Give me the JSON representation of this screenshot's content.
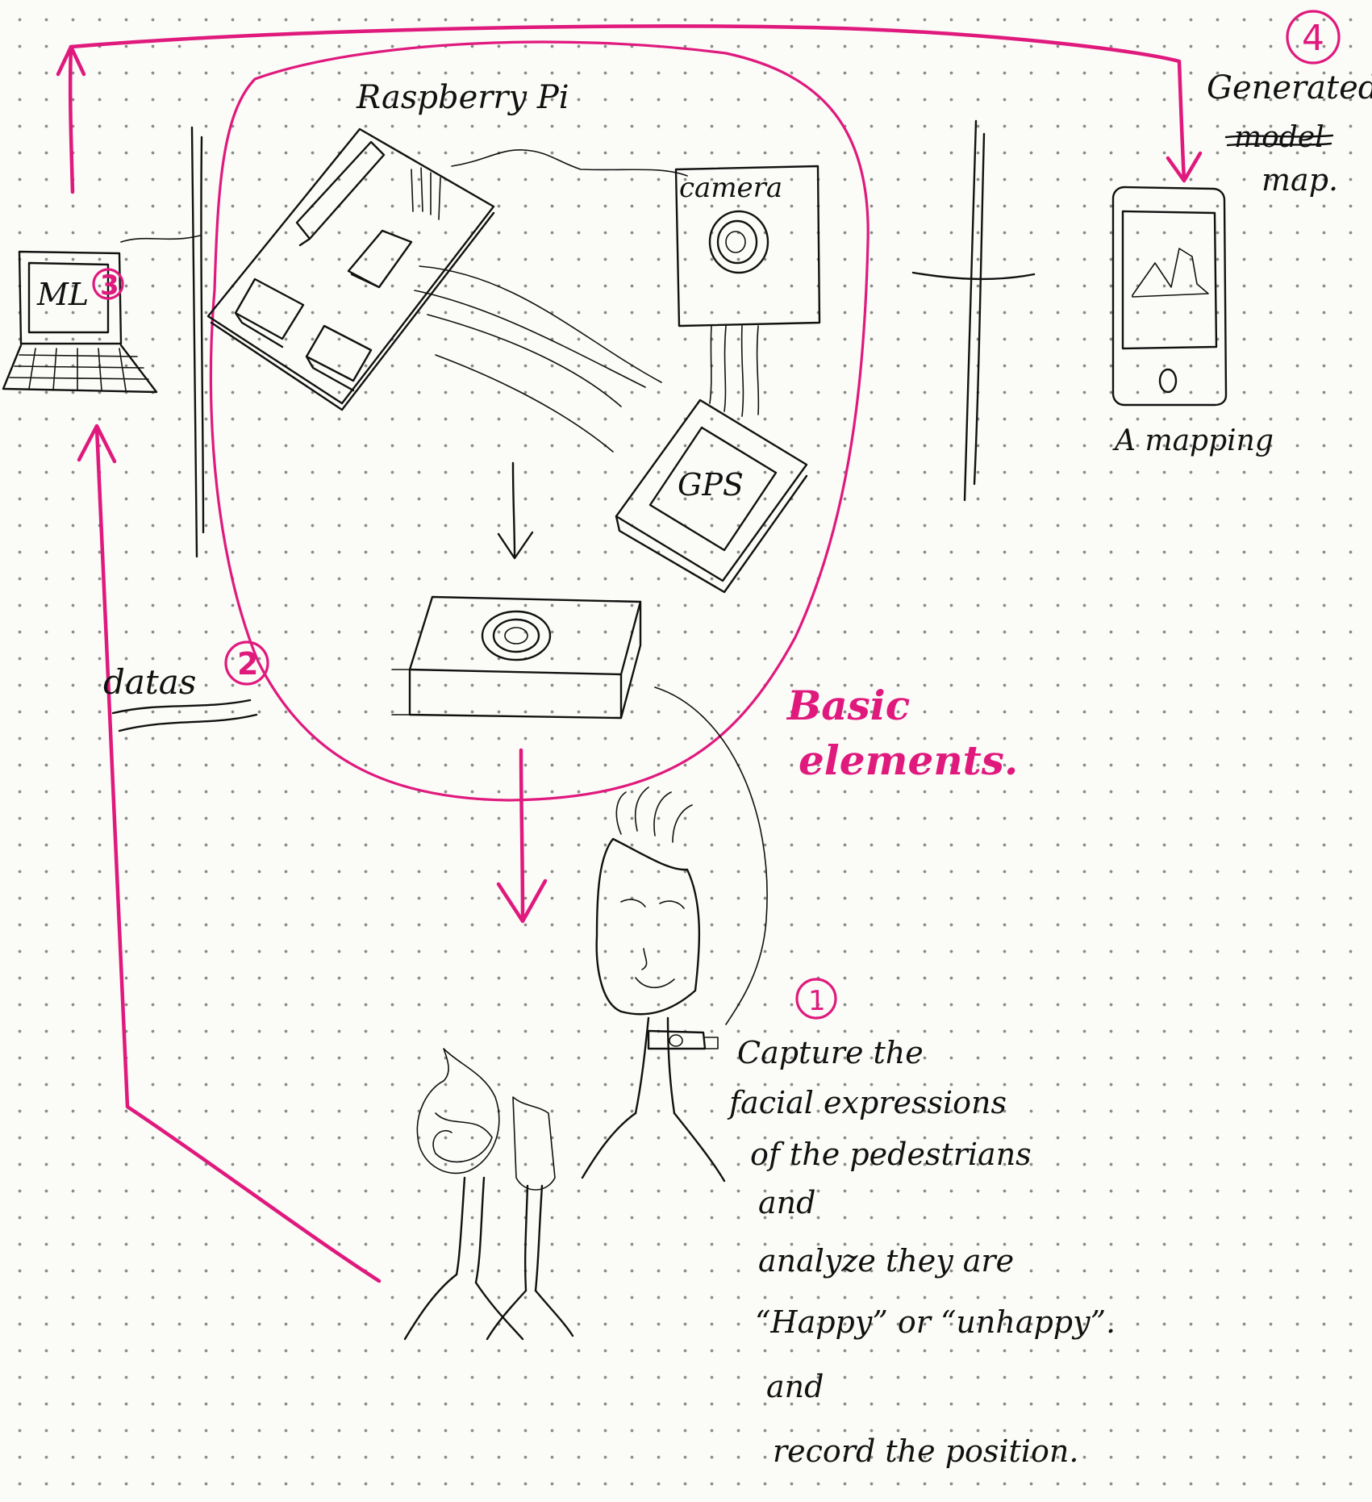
{
  "labels": {
    "raspberry_pi": "Raspberry Pi",
    "camera": "camera",
    "gps": "GPS",
    "ml": "ML",
    "datas": "datas",
    "generated": "Generated",
    "model_struck": "model",
    "map": "map.",
    "a_mapping": "A mapping",
    "basic_line1": "Basic",
    "basic_line2": "elements."
  },
  "steps": {
    "one": "1",
    "two": "2",
    "three": "3",
    "four": "4"
  },
  "caption": {
    "line1": "Capture the",
    "line2": "facial expressions",
    "line3": "of the pedestrians",
    "line4": "and",
    "line5": "analyze they are",
    "line6": "“Happy” or “unhappy”.",
    "line7": "and",
    "line8": "record the position."
  },
  "colors": {
    "ink": "#111111",
    "accent": "#e0197d",
    "paper": "#fbfbf8"
  }
}
